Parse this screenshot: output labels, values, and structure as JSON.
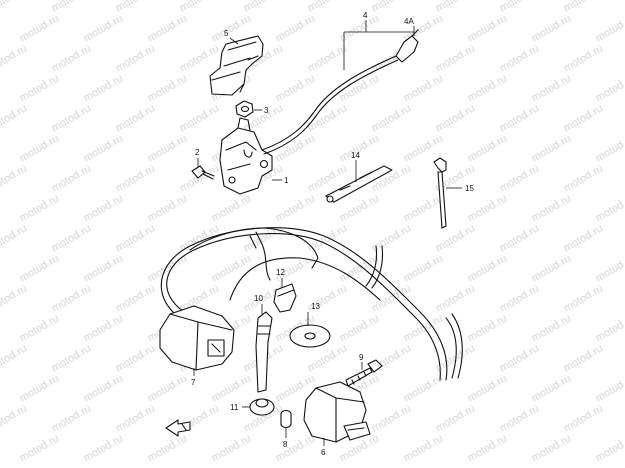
{
  "watermark": {
    "text": "motod.ru"
  },
  "callouts": {
    "c1": "1",
    "c2": "2",
    "c3": "3",
    "c4": "4",
    "c4a": "4A",
    "c5": "5",
    "c6": "6",
    "c7": "7",
    "c8": "8",
    "c9": "9",
    "c10": "10",
    "c11": "11",
    "c12": "12",
    "c13": "13",
    "c14": "14",
    "c15": "15"
  },
  "icons": {
    "direction": "front-arrow-icon"
  }
}
